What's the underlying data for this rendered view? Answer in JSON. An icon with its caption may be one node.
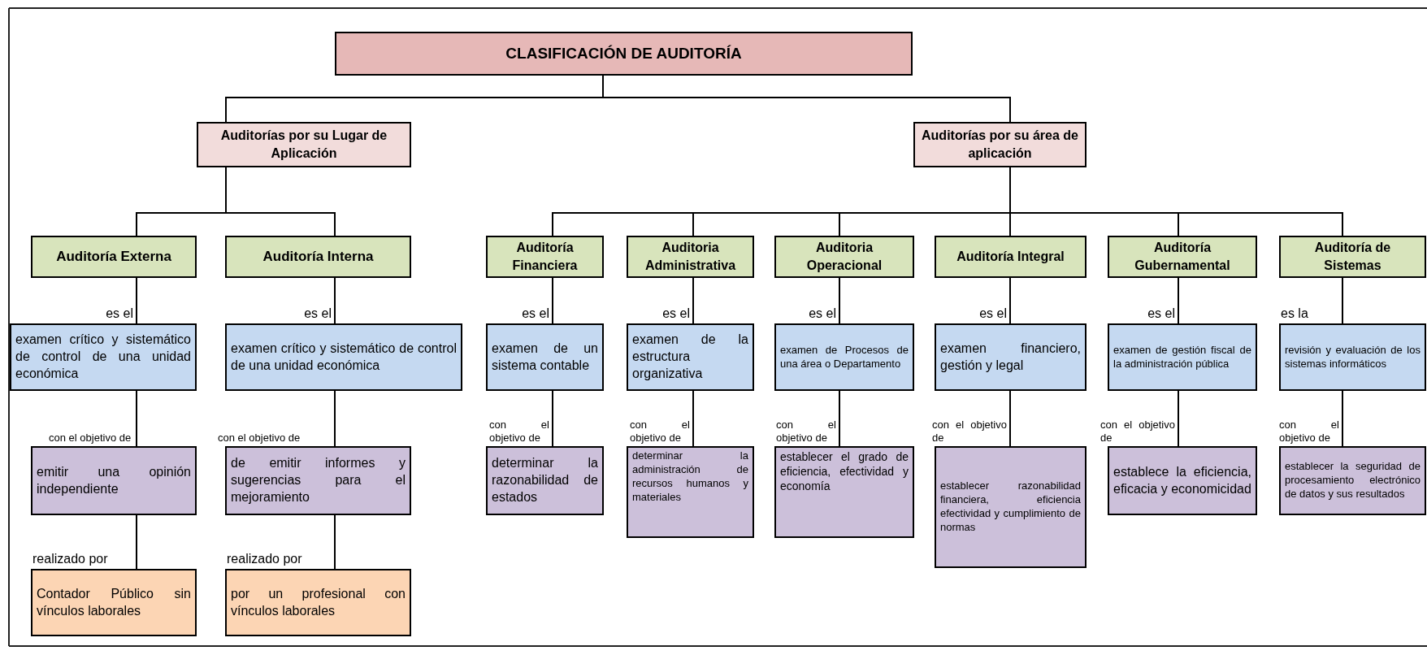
{
  "diagram": {
    "nodes": [
      {
        "text": [
          "CLASIFICACIÓN DE AUDITORÍA"
        ]
      },
      {
        "text": [
          "Auditorías por su Lugar de Aplicación"
        ]
      },
      {
        "text": [
          "Auditorías por su área de aplicación"
        ]
      },
      {
        "text": [
          "Auditoría Externa"
        ]
      },
      {
        "text": [
          "Auditoría Interna"
        ]
      },
      {
        "text": [
          "Auditoría Financiera"
        ]
      },
      {
        "text": [
          "Auditoria Administrativa"
        ]
      },
      {
        "text": [
          "Auditoria Operacional"
        ]
      },
      {
        "text": [
          "Auditoría Integral"
        ]
      },
      {
        "text": [
          "Auditoría Gubernamental"
        ]
      },
      {
        "text": [
          "Auditoría de Sistemas"
        ]
      },
      {
        "text": [
          "examen crítico y sistemático de control de una unidad económica"
        ]
      },
      {
        "text": [
          "examen crítico y sistemático de control de una unidad económica"
        ]
      },
      {
        "text": [
          "examen de un sistema contable"
        ]
      },
      {
        "text": [
          "examen de la estructura organizativa"
        ]
      },
      {
        "text": [
          "examen de Procesos de una área o Departamento"
        ]
      },
      {
        "text": [
          "examen financiero, gestión y legal"
        ]
      },
      {
        "text": [
          "examen de gestión fiscal de la administración pública"
        ]
      },
      {
        "text": [
          "revisión y evaluación de los sistemas informáticos"
        ]
      },
      {
        "text": [
          "emitir una opinión independiente"
        ]
      },
      {
        "text": [
          "de emitir informes y sugerencias para el mejoramiento"
        ]
      },
      {
        "text": [
          "determinar la razonabilidad de estados"
        ]
      },
      {
        "text": [
          "determinar la administración de recursos humanos y materiales"
        ]
      },
      {
        "text": [
          "establecer el grado de eficiencia, efectividad y economía"
        ]
      },
      {
        "text": [
          "establecer razonabilidad financiera, eficiencia efectividad y cumplimiento de normas"
        ]
      },
      {
        "text": [
          "establece la eficiencia, eficacia y economicidad"
        ]
      },
      {
        "text": [
          "establecer la seguridad de procesamiento electrónico de datos y sus resultados"
        ]
      },
      {
        "text": [
          "Contador Público sin vínculos laborales"
        ]
      },
      {
        "text": [
          "por un profesional con vínculos laborales"
        ]
      }
    ],
    "edges": [
      {
        "from": 0,
        "to": 1,
        "arrow": "none"
      },
      {
        "from": 0,
        "to": 2,
        "arrow": "none"
      },
      {
        "from": 1,
        "to": 3,
        "arrow": "none"
      },
      {
        "from": 1,
        "to": 4,
        "arrow": "none"
      },
      {
        "from": 2,
        "to": 5,
        "arrow": "none"
      },
      {
        "from": 2,
        "to": 6,
        "arrow": "none"
      },
      {
        "from": 2,
        "to": 7,
        "arrow": "none"
      },
      {
        "from": 2,
        "to": 8,
        "arrow": "none"
      },
      {
        "from": 2,
        "to": 9,
        "arrow": "none"
      },
      {
        "from": 2,
        "to": 10,
        "arrow": "none"
      },
      {
        "from": 3,
        "to": 11,
        "arrow": "none",
        "label": "es el"
      },
      {
        "from": 4,
        "to": 12,
        "arrow": "none",
        "label": "es el"
      },
      {
        "from": 5,
        "to": 13,
        "arrow": "none",
        "label": "es el"
      },
      {
        "from": 6,
        "to": 14,
        "arrow": "none",
        "label": "es el"
      },
      {
        "from": 7,
        "to": 15,
        "arrow": "none",
        "label": "es el"
      },
      {
        "from": 8,
        "to": 16,
        "arrow": "none",
        "label": "es el"
      },
      {
        "from": 9,
        "to": 17,
        "arrow": "none",
        "label": "es el"
      },
      {
        "from": 10,
        "to": 18,
        "arrow": "none",
        "label": "es la"
      },
      {
        "from": 11,
        "to": 19,
        "arrow": "none",
        "label": "con el objetivo de"
      },
      {
        "from": 12,
        "to": 20,
        "arrow": "none",
        "label": "con el objetivo de"
      },
      {
        "from": 13,
        "to": 21,
        "arrow": "none",
        "label": "con el objetivo de"
      },
      {
        "from": 14,
        "to": 22,
        "arrow": "none",
        "label": "con el objetivo de"
      },
      {
        "from": 15,
        "to": 23,
        "arrow": "none",
        "label": "con el objetivo de"
      },
      {
        "from": 16,
        "to": 24,
        "arrow": "none",
        "label": "con el objetivo de"
      },
      {
        "from": 17,
        "to": 25,
        "arrow": "none",
        "label": "con el objetivo de"
      },
      {
        "from": 18,
        "to": 26,
        "arrow": "none",
        "label": "con el objetivo de"
      },
      {
        "from": 19,
        "to": 27,
        "arrow": "none",
        "label": "realizado por"
      },
      {
        "from": 20,
        "to": 28,
        "arrow": "none",
        "label": "realizado por"
      }
    ]
  }
}
